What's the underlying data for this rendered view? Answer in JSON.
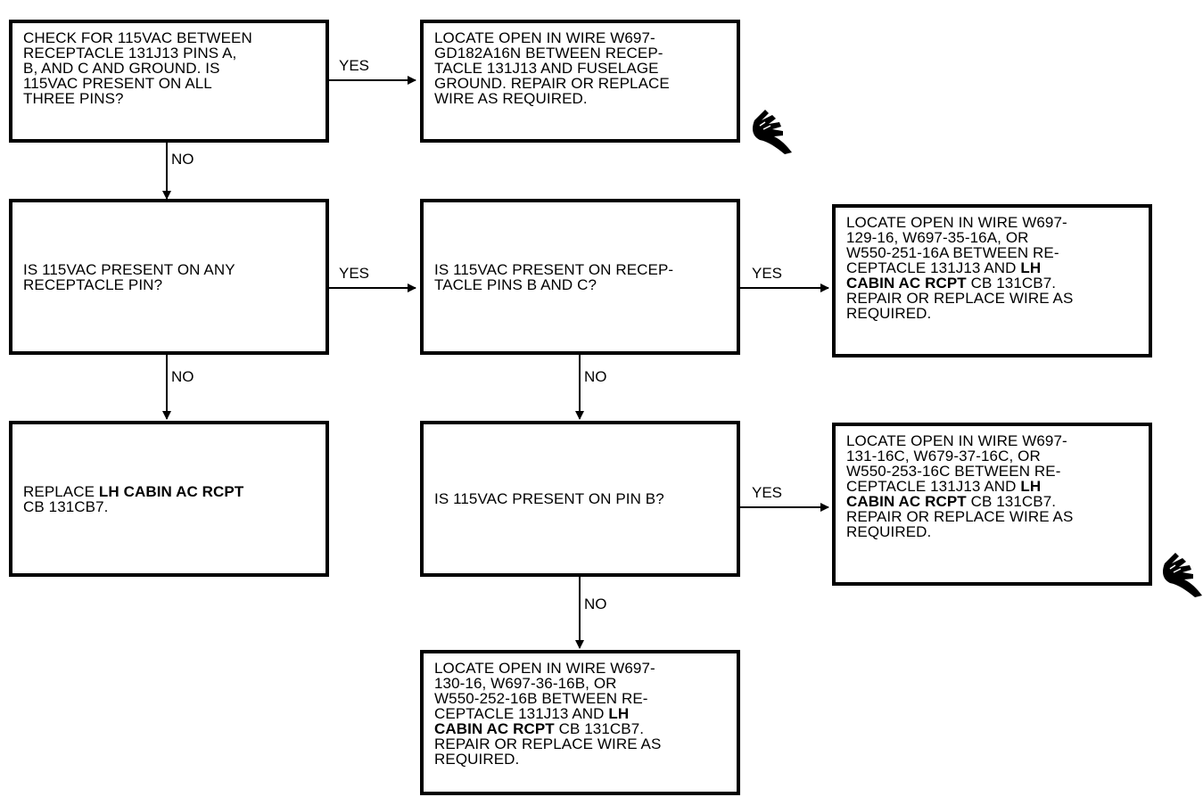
{
  "boxes": {
    "b1": "CHECK FOR 115VAC BETWEEN\nRECEPTACLE 131J13 PINS A,\nB, AND C AND GROUND. IS\n115VAC PRESENT ON ALL\nTHREE PINS?",
    "b2": "LOCATE OPEN IN WIRE W697-\nGD182A16N BETWEEN RECEP-\nTACLE 131J13 AND FUSELAGE\nGROUND. REPAIR OR REPLACE\nWIRE AS REQUIRED.",
    "b3": "IS 115VAC PRESENT ON ANY\nRECEPTACLE PIN?",
    "b4": "IS 115VAC PRESENT ON RECEP-\nTACLE PINS B AND C?",
    "b5_pre": "LOCATE OPEN IN WIRE W697-\n129-16, W697-35-16A, OR\nW550-251-16A BETWEEN RE-\nCEPTACLE 131J13 AND ",
    "b5_bold1": "LH",
    "b5_br": "\n",
    "b5_bold2": "CABIN AC RCPT",
    "b5_post": " CB 131CB7.\nREPAIR OR REPLACE WIRE AS\nREQUIRED.",
    "b6_pre": "REPLACE ",
    "b6_bold": "LH CABIN AC RCPT",
    "b6_post": "\nCB 131CB7.",
    "b7": "IS 115VAC PRESENT ON PIN B?",
    "b8_pre": "LOCATE OPEN IN WIRE W697-\n131-16C, W679-37-16C, OR\nW550-253-16C BETWEEN RE-\nCEPTACLE 131J13 AND ",
    "b8_bold1": "LH",
    "b8_br": "\n",
    "b8_bold2": "CABIN AC RCPT",
    "b8_post": " CB 131CB7.\nREPAIR OR REPLACE WIRE AS\nREQUIRED.",
    "b9_pre": "LOCATE OPEN IN WIRE W697-\n130-16, W697-36-16B, OR\nW550-252-16B BETWEEN RE-\nCEPTACLE 131J13 AND ",
    "b9_bold1": "LH",
    "b9_br": "\n",
    "b9_bold2": "CABIN AC RCPT",
    "b9_post": " CB 131CB7.\nREPAIR OR REPLACE WIRE AS\nREQUIRED."
  },
  "labels": {
    "yes1": "YES",
    "yes2": "YES",
    "yes3": "YES",
    "yes4": "YES",
    "no1": "NO",
    "no2": "NO",
    "no3": "NO",
    "no4": "NO"
  },
  "icons": {
    "hand1": "pointing-hand-icon",
    "hand2": "pointing-hand-icon"
  }
}
